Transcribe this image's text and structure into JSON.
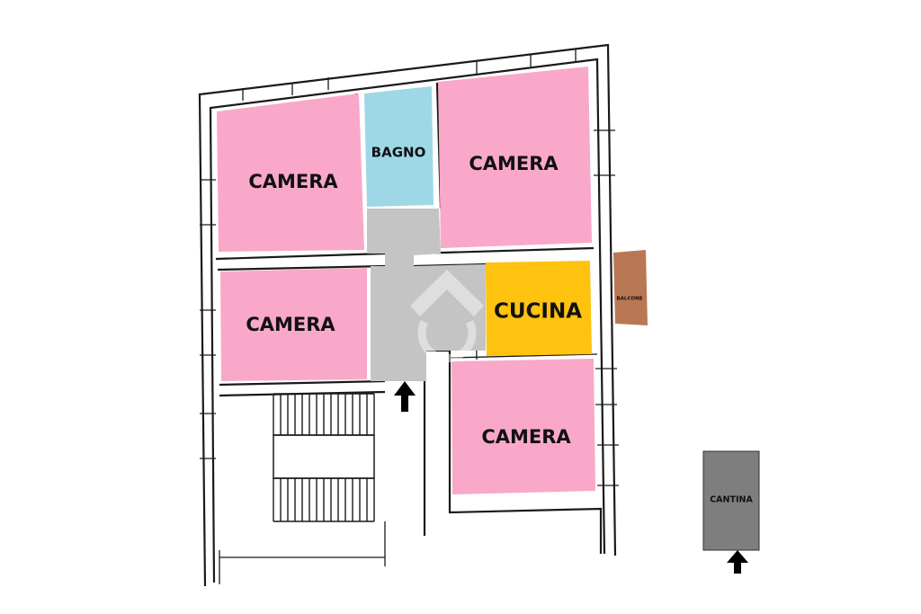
{
  "colors": {
    "camera": "#F9A8C9",
    "bagno": "#9ED8E6",
    "cucina": "#FFC20E",
    "corridor": "#C4C4C4",
    "balcone": "#B97853",
    "cantina": "#7E7E7E",
    "wall": "#1a1a1a"
  },
  "rooms": {
    "camera_top_left": "CAMERA",
    "bagno": "BAGNO",
    "camera_top_right": "CAMERA",
    "camera_middle_left": "CAMERA",
    "cucina": "CUCINA",
    "camera_bottom_right": "CAMERA",
    "balcone": "BALCONE",
    "cantina": "CANTINA"
  },
  "icons": {
    "entrance": "arrow-up-icon",
    "cantina_entrance": "arrow-up-icon",
    "watermark": "house-watermark-icon"
  }
}
